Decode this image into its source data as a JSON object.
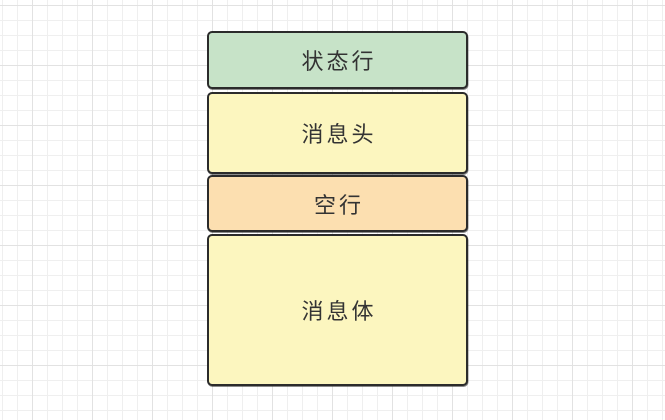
{
  "diagram": {
    "text_color": "#333333",
    "background": {
      "color": "#ffffff",
      "grid_minor_color": "#efefef",
      "grid_major_color": "#e2e2e2"
    },
    "blocks": [
      {
        "label": "状态行",
        "fill": "#c7e3c8",
        "border_color": "#2b2b2b"
      },
      {
        "label": "消息头",
        "fill": "#fcf6bf",
        "border_color": "#2b2b2b"
      },
      {
        "label": "空行",
        "fill": "#fcdfb0",
        "border_color": "#2b2b2b"
      },
      {
        "label": "消息体",
        "fill": "#fcf6bf",
        "border_color": "#2b2b2b"
      }
    ]
  }
}
